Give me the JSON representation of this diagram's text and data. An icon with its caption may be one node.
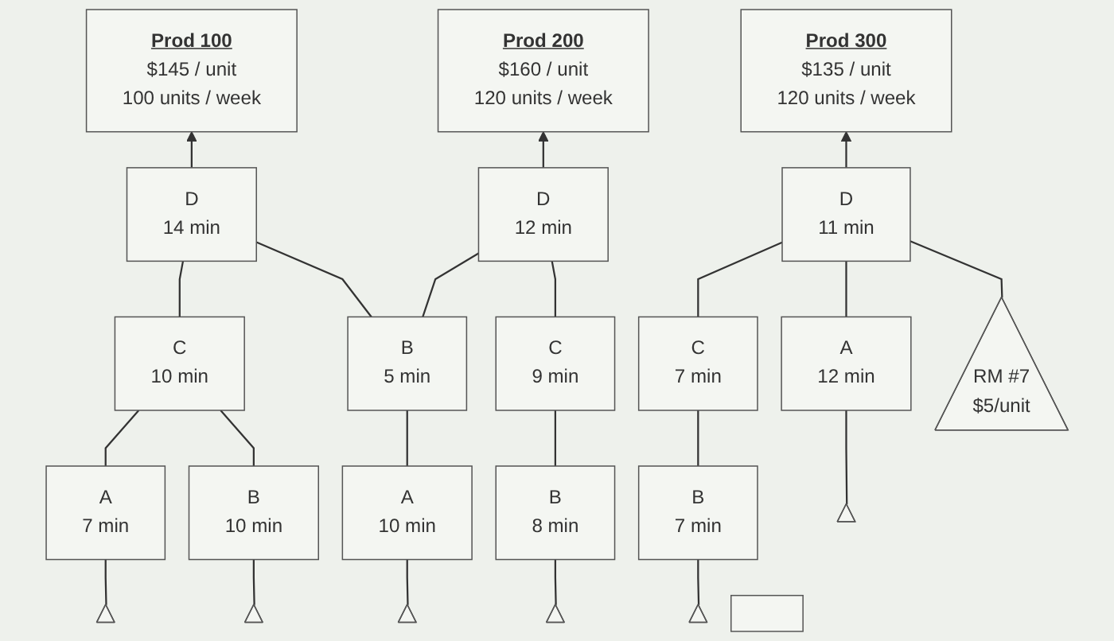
{
  "diagram": {
    "nodes": [
      {
        "text": [
          "Prod 100",
          "$145 / unit",
          "100 units / week"
        ]
      },
      {
        "text": [
          "Prod 200",
          "$160 / unit",
          "120 units / week"
        ]
      },
      {
        "text": [
          "Prod 300",
          "$135 / unit",
          "120 units / week"
        ]
      },
      {
        "text": [
          "D",
          "14 min"
        ]
      },
      {
        "text": [
          "D",
          "12 min"
        ]
      },
      {
        "text": [
          "D",
          "11 min"
        ]
      },
      {
        "text": [
          "C",
          "10 min"
        ]
      },
      {
        "text": [
          "B",
          "5 min"
        ]
      },
      {
        "text": [
          "C",
          "9 min"
        ]
      },
      {
        "text": [
          "C",
          "7 min"
        ]
      },
      {
        "text": [
          "RM #7",
          "$5/unit"
        ]
      },
      {
        "text": [
          "A",
          "7 min"
        ]
      },
      {
        "text": [
          "B",
          "10 min"
        ]
      },
      {
        "text": [
          "A",
          "10 min"
        ]
      },
      {
        "text": [
          "B",
          "8 min"
        ]
      },
      {
        "text": [
          "B",
          "7 min"
        ]
      },
      {
        "text": [
          "A",
          "12 min"
        ]
      },
      {
        "text": [],
        "shape": "triangle"
      },
      {
        "text": [],
        "shape": "triangle"
      },
      {
        "text": [],
        "shape": "triangle"
      },
      {
        "text": [],
        "shape": "triangle"
      },
      {
        "text": [],
        "shape": "triangle"
      },
      {
        "text": [],
        "shape": "triangle"
      },
      {
        "text": [],
        "shape": "box"
      }
    ],
    "edges": [
      {
        "from": 3,
        "to": 0,
        "arrow": "to"
      },
      {
        "from": 4,
        "to": 1,
        "arrow": "to"
      },
      {
        "from": 5,
        "to": 2,
        "arrow": "to"
      },
      {
        "from": 3,
        "to": 6,
        "arrow": "none"
      },
      {
        "from": 3,
        "to": 7,
        "arrow": "none"
      },
      {
        "from": 4,
        "to": 7,
        "arrow": "none"
      },
      {
        "from": 4,
        "to": 8,
        "arrow": "none"
      },
      {
        "from": 5,
        "to": 9,
        "arrow": "none"
      },
      {
        "from": 5,
        "to": 16,
        "arrow": "none"
      },
      {
        "from": 5,
        "to": 10,
        "arrow": "none"
      },
      {
        "from": 6,
        "to": 11,
        "arrow": "none"
      },
      {
        "from": 6,
        "to": 12,
        "arrow": "none"
      },
      {
        "from": 7,
        "to": 13,
        "arrow": "none"
      },
      {
        "from": 8,
        "to": 14,
        "arrow": "none"
      },
      {
        "from": 9,
        "to": 15,
        "arrow": "none"
      },
      {
        "from": 11,
        "to": 17,
        "arrow": "none"
      },
      {
        "from": 12,
        "to": 18,
        "arrow": "none"
      },
      {
        "from": 13,
        "to": 19,
        "arrow": "none"
      },
      {
        "from": 14,
        "to": 20,
        "arrow": "none"
      },
      {
        "from": 15,
        "to": 21,
        "arrow": "none"
      },
      {
        "from": 16,
        "to": 22,
        "arrow": "none"
      }
    ]
  }
}
